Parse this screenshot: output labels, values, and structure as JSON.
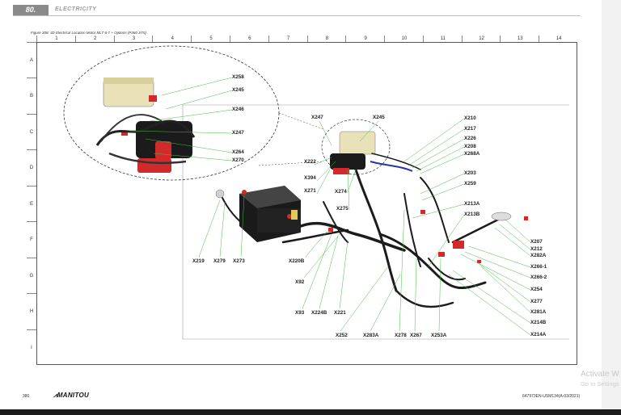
{
  "header": {
    "page_number": "80.",
    "section": "ELECTRICITY"
  },
  "figure": {
    "caption": "Figure 308: 3D Electrical Location Motor MLT 6-7 + Options (P360 ST5)"
  },
  "grid": {
    "columns": [
      "1",
      "2",
      "3",
      "4",
      "5",
      "6",
      "7",
      "8",
      "9",
      "10",
      "11",
      "12",
      "13",
      "14"
    ],
    "rows": [
      "A",
      "B",
      "C",
      "D",
      "E",
      "F",
      "G",
      "H",
      "I"
    ]
  },
  "connectors": {
    "inset": [
      "X258",
      "X245",
      "X246",
      "X247",
      "X264",
      "X270"
    ],
    "top": [
      "X247",
      "X245",
      "X222",
      "X394",
      "X271",
      "X274",
      "X275"
    ],
    "right": [
      "X210",
      "X217",
      "X226",
      "X208",
      "X268A",
      "X203",
      "X259",
      "X213A",
      "X213B"
    ],
    "far_right": [
      "X207",
      "X212",
      "X282A",
      "X266-1",
      "X266-2",
      "X254",
      "X277",
      "X281A",
      "X214B",
      "X214A"
    ],
    "left": [
      "X219",
      "X279",
      "X273",
      "X220B",
      "X92"
    ],
    "bottom": [
      "X93",
      "X224B",
      "X221",
      "X252",
      "X283A",
      "X278",
      "X267",
      "X253A"
    ]
  },
  "footer": {
    "page": "380",
    "brand": "MANITOU",
    "ref": "647973EN-USM134(A-03/2021)"
  },
  "watermark": {
    "line1": "Activate W",
    "line2": "Go to Settings"
  }
}
